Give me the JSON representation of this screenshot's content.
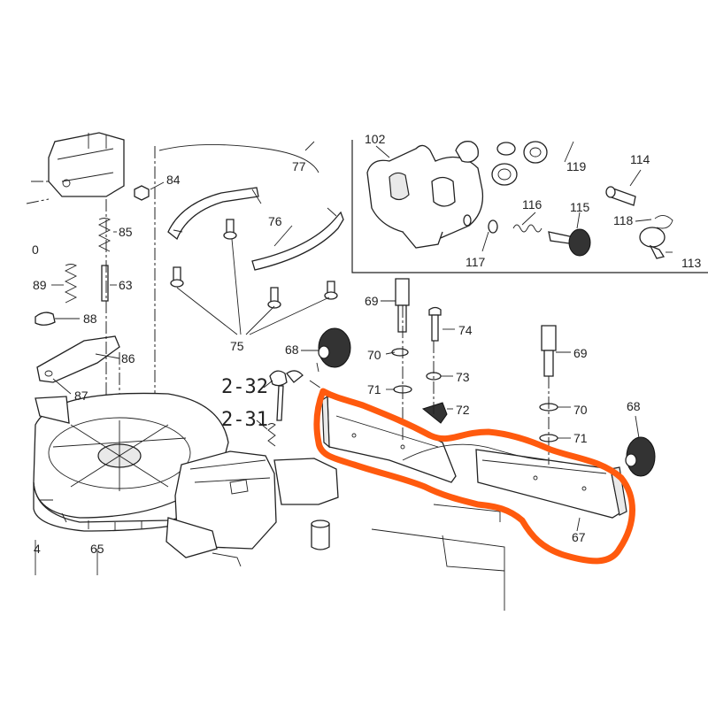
{
  "labels": {
    "l102": "102",
    "l77": "77",
    "l84": "84",
    "l85": "85",
    "l63": "63",
    "l89": "89",
    "l88": "88",
    "l86": "86",
    "l87": "87",
    "l76": "76",
    "l75": "75",
    "l119": "119",
    "l114": "114",
    "l116": "116",
    "l115": "115",
    "l118": "118",
    "l117": "117",
    "l113": "113",
    "l69a": "69",
    "l74": "74",
    "l69b": "69",
    "l68a": "68",
    "l70a": "70",
    "l73": "73",
    "l71a": "71",
    "l72": "72",
    "l70b": "70",
    "l68b": "68",
    "l71b": "71",
    "l232": "2-32",
    "l231": "2-31",
    "l67": "67",
    "l65": "65",
    "l64": "4",
    "l90": "0"
  },
  "colors": {
    "highlight": "#ff5a0e",
    "line": "#222222"
  }
}
